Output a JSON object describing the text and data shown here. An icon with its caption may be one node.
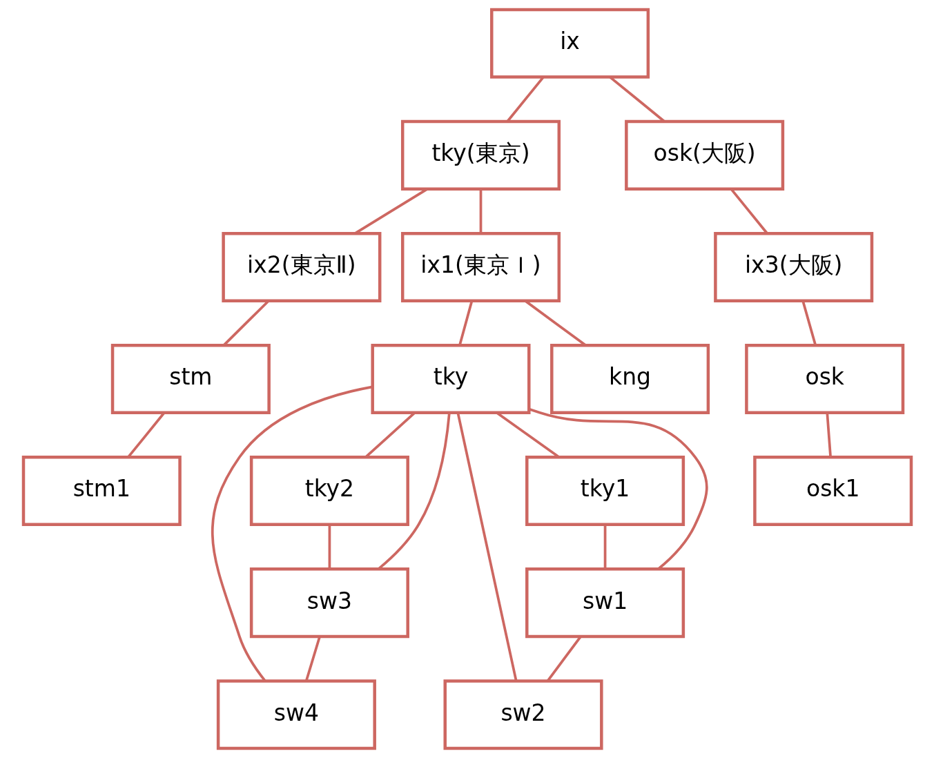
{
  "diagram": {
    "nodes": [
      {
        "text": [
          "ix"
        ]
      },
      {
        "text": [
          "tky(東京)"
        ]
      },
      {
        "text": [
          "osk(大阪)"
        ]
      },
      {
        "text": [
          "ix1(東京Ｉ)"
        ]
      },
      {
        "text": [
          "ix2(東京Ⅱ)"
        ]
      },
      {
        "text": [
          "ix3(大阪)"
        ]
      },
      {
        "text": [
          "tky"
        ]
      },
      {
        "text": [
          "kng"
        ]
      },
      {
        "text": [
          "stm"
        ]
      },
      {
        "text": [
          "osk"
        ]
      },
      {
        "text": [
          "tky1"
        ]
      },
      {
        "text": [
          "tky2"
        ]
      },
      {
        "text": [
          "stm1"
        ]
      },
      {
        "text": [
          "osk1"
        ]
      },
      {
        "text": [
          "sw1"
        ]
      },
      {
        "text": [
          "sw3"
        ]
      },
      {
        "text": [
          "sw2"
        ]
      },
      {
        "text": [
          "sw4"
        ]
      }
    ],
    "edges": [
      {
        "from": 0,
        "to": 1,
        "arrow": "none"
      },
      {
        "from": 0,
        "to": 2,
        "arrow": "none"
      },
      {
        "from": 1,
        "to": 3,
        "arrow": "none"
      },
      {
        "from": 1,
        "to": 4,
        "arrow": "none"
      },
      {
        "from": 2,
        "to": 5,
        "arrow": "none"
      },
      {
        "from": 3,
        "to": 6,
        "arrow": "none"
      },
      {
        "from": 3,
        "to": 7,
        "arrow": "none"
      },
      {
        "from": 4,
        "to": 8,
        "arrow": "none"
      },
      {
        "from": 5,
        "to": 9,
        "arrow": "none"
      },
      {
        "from": 6,
        "to": 10,
        "arrow": "none"
      },
      {
        "from": 6,
        "to": 14,
        "arrow": "none"
      },
      {
        "from": 6,
        "to": 16,
        "arrow": "none"
      },
      {
        "from": 6,
        "to": 11,
        "arrow": "none"
      },
      {
        "from": 6,
        "to": 15,
        "arrow": "none"
      },
      {
        "from": 6,
        "to": 17,
        "arrow": "none"
      },
      {
        "from": 8,
        "to": 12,
        "arrow": "none"
      },
      {
        "from": 9,
        "to": 13,
        "arrow": "none"
      },
      {
        "from": 10,
        "to": 14,
        "arrow": "none"
      },
      {
        "from": 11,
        "to": 15,
        "arrow": "none"
      },
      {
        "from": 14,
        "to": 16,
        "arrow": "none"
      },
      {
        "from": 15,
        "to": 17,
        "arrow": "none"
      }
    ]
  }
}
